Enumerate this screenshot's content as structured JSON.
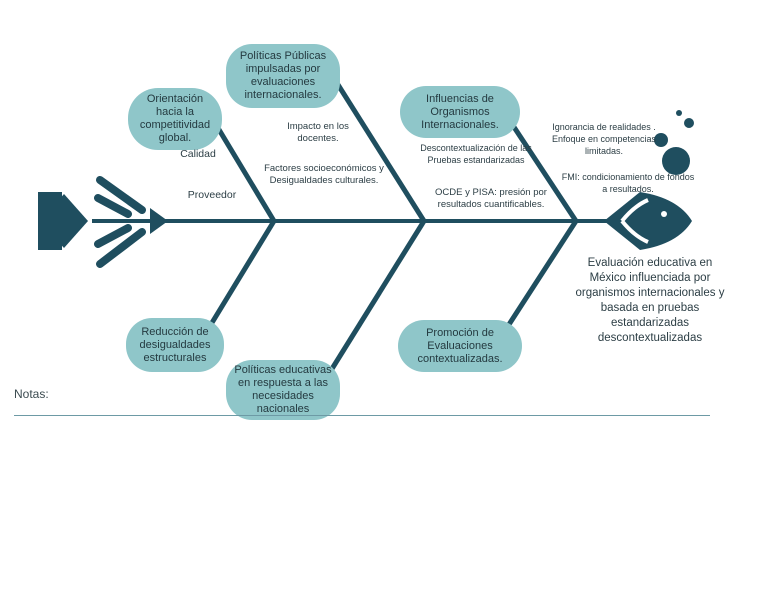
{
  "head": {
    "effect": "Evaluación educativa en México influenciada por organismos internacionales y basada en pruebas estandarizadas descontextualizadas"
  },
  "bubbles": {
    "politicas_publicas": "Políticas Públicas impulsadas por evaluaciones internacionales.",
    "orientacion": "Orientación hacia la competitividad global.",
    "influencias": "Influencias de Organismos Internacionales.",
    "reduccion": "Reducción de desigualdades estructurales",
    "politicas_educativas": "Políticas educativas en respuesta a las necesidades nacionales",
    "promocion": "Promoción de Evaluaciones contextualizadas."
  },
  "labels": {
    "calidad": "Calidad",
    "proveedor": "Proveedor",
    "impacto": "Impacto en los docentes.",
    "factores": "Factores socioeconómicos y Desigualdades culturales.",
    "descontextualizacion": "Descontextualización de las Pruebas estandarizadas",
    "ocde": "OCDE y PISA: presión por resultados cuantificables.",
    "ignorancia": "Ignorancia de realidades . Enfoque en competencias limitadas.",
    "fmi": "FMI: condicionamiento de fondos a resultados."
  },
  "notes": {
    "label": "Notas:"
  },
  "colors": {
    "primary": "#1f4e5f",
    "bubble": "#8fc6c9",
    "line": "#6d9aa5"
  }
}
